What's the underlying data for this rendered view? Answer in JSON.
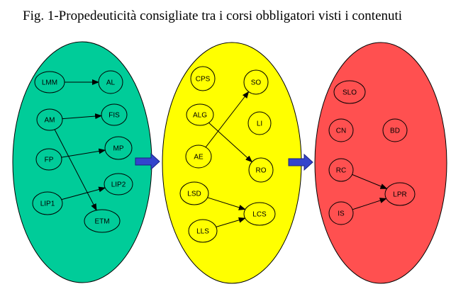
{
  "title": "Fig. 1-Propedeuticità consigliate tra i corsi obbligatori visti i contenuti",
  "colors": {
    "group_left": "#00cc99",
    "group_middle": "#ffff00",
    "group_right": "#ff5050",
    "node_stroke": "#000000",
    "transition_arrow": "#3344cc"
  },
  "groups": [
    {
      "id": "left",
      "color_key": "group_left",
      "nodes": [
        {
          "id": "LMM",
          "label": "LMM"
        },
        {
          "id": "AL",
          "label": "AL"
        },
        {
          "id": "AM",
          "label": "AM"
        },
        {
          "id": "FIS",
          "label": "FIS"
        },
        {
          "id": "FP",
          "label": "FP"
        },
        {
          "id": "MP",
          "label": "MP"
        },
        {
          "id": "LIP2",
          "label": "LIP2"
        },
        {
          "id": "LIP1",
          "label": "LIP1"
        },
        {
          "id": "ETM",
          "label": "ETM"
        }
      ]
    },
    {
      "id": "middle",
      "color_key": "group_middle",
      "nodes": [
        {
          "id": "CPS",
          "label": "CPS"
        },
        {
          "id": "SO",
          "label": "SO"
        },
        {
          "id": "ALG",
          "label": "ALG"
        },
        {
          "id": "LI",
          "label": "LI"
        },
        {
          "id": "AE",
          "label": "AE"
        },
        {
          "id": "RO",
          "label": "RO"
        },
        {
          "id": "LSD",
          "label": "LSD"
        },
        {
          "id": "LCS",
          "label": "LCS"
        },
        {
          "id": "LLS",
          "label": "LLS"
        }
      ]
    },
    {
      "id": "right",
      "color_key": "group_right",
      "nodes": [
        {
          "id": "SLO",
          "label": "SLO"
        },
        {
          "id": "CN",
          "label": "CN"
        },
        {
          "id": "BD",
          "label": "BD"
        },
        {
          "id": "RC",
          "label": "RC"
        },
        {
          "id": "LPR",
          "label": "LPR"
        },
        {
          "id": "IS",
          "label": "IS"
        }
      ]
    }
  ],
  "edges": [
    {
      "from": "LMM",
      "to": "AL"
    },
    {
      "from": "AM",
      "to": "FIS"
    },
    {
      "from": "AM",
      "to": "ETM"
    },
    {
      "from": "FP",
      "to": "MP"
    },
    {
      "from": "LIP1",
      "to": "LIP2"
    },
    {
      "from": "AE",
      "to": "SO"
    },
    {
      "from": "ALG",
      "to": "RO"
    },
    {
      "from": "LSD",
      "to": "LCS"
    },
    {
      "from": "LLS",
      "to": "LCS"
    },
    {
      "from": "RC",
      "to": "LPR"
    },
    {
      "from": "IS",
      "to": "LPR"
    }
  ],
  "transitions": [
    {
      "from": "left",
      "to": "middle"
    },
    {
      "from": "middle",
      "to": "right"
    }
  ]
}
